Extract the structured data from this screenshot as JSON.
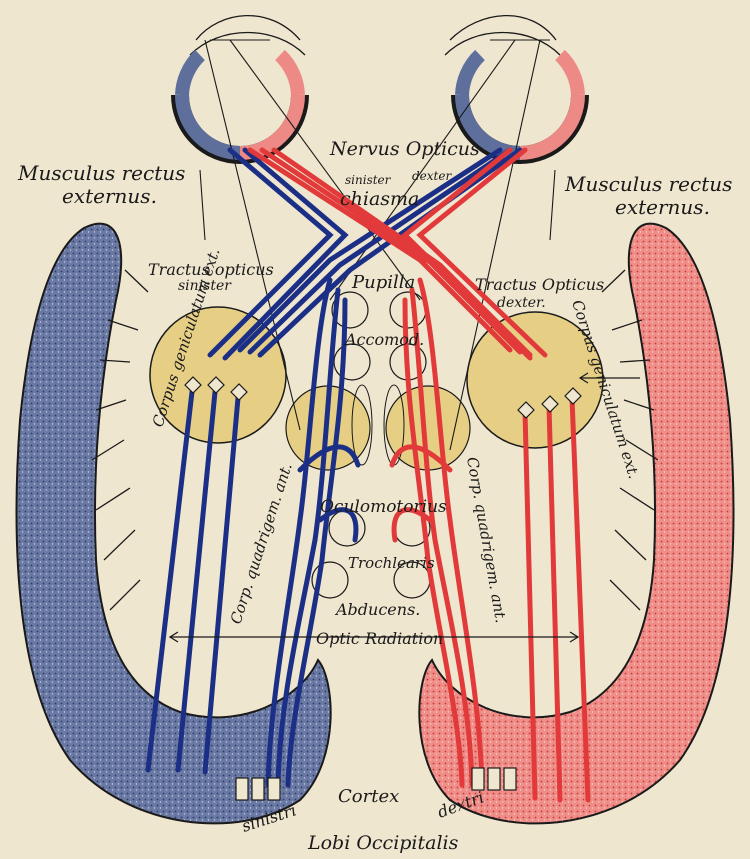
{
  "labels": {
    "musculus_left": "Musculus rectus",
    "externus_left": "externus.",
    "musculus_right": "Musculus rectus",
    "externus_right": "externus.",
    "nervus_opticus": "Nervus Opticus",
    "sinister": "sinister",
    "dexter": "dexter",
    "chiasma": "chiasma",
    "tractus_sinister_1": "Tractus opticus",
    "tractus_sinister_2": "sinister",
    "tractus_dexter_1": "Tractus Opticus",
    "tractus_dexter_2": "dexter.",
    "cg_left": "Corpus geniculatum ext.",
    "cg_right": "Corpus geniculatum ext.",
    "pupilla": "Pupilla",
    "accomod": "Accomod.",
    "oculomotorius": "Oculomotorius",
    "trochlearis": "Trochlearis",
    "abducens": "Abducens.",
    "cq_left": "Corp. quadrigem. ant.",
    "cq_right": "Corp. quadrigem. ant.",
    "optic_radiation": "Optic Radiation",
    "cortex": "Cortex",
    "sinistri": "sinistri",
    "dextri": "dextri",
    "lobi": "Lobi Occipitalis"
  },
  "colors": {
    "background": "#efe6cf",
    "blue_fiber": "#1c2f86",
    "red_fiber": "#e23a3a",
    "left_cortex": "#5f6f9b",
    "right_cortex": "#ee8a86",
    "nucleus": "#e6cf85",
    "ink": "#1a1a1a"
  }
}
